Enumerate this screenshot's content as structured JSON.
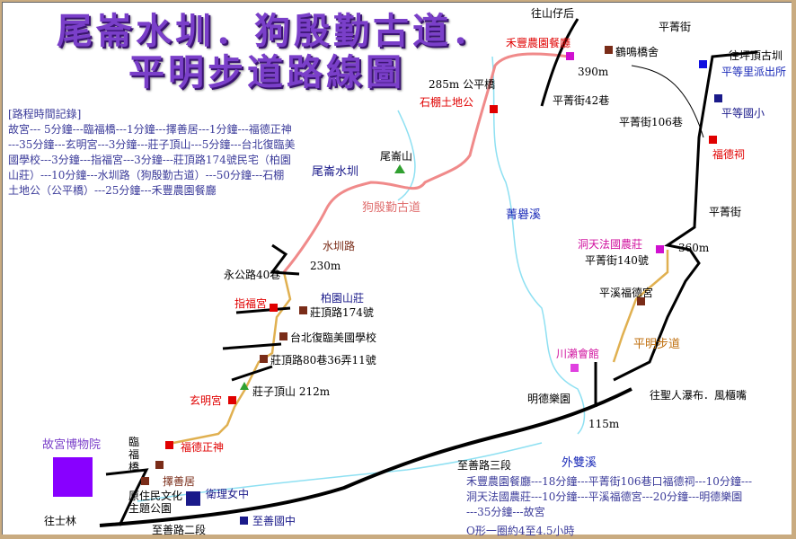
{
  "title": {
    "line1": "尾崙水圳．狗殷勤古道．",
    "line2": "平明步道路線圖"
  },
  "log_left": {
    "heading": "[路程時間記錄]",
    "lines": [
      "故宮--- 5分鐘---臨福橋---1分鐘---擇善居---1分鐘---福德正神",
      "---35分鐘---玄明宮---3分鐘---莊子頂山---5分鐘---台北復臨美",
      "國學校---3分鐘---指福宮---3分鐘---莊頂路174號民宅（柏園",
      "山莊）---10分鐘---水圳路（狗殷勤古道）---50分鐘---石棚",
      "土地公（公平橋）---25分鐘---禾豐農園餐廳"
    ]
  },
  "log_right": {
    "lines": [
      "禾豐農園餐廳---18分鐘---平菁街106巷口福德祠---10分鐘---",
      "洞天法國農莊---10分鐘---平溪福德宮---20分鐘---明德樂園",
      "---35分鐘---故宮"
    ],
    "total": "O形一圈約4至4.5小時"
  },
  "labels": {
    "wangshanzihou": "往山仔后",
    "pingjingjie1": "平菁街",
    "hefeng": "禾豐農園餐廳",
    "heming": "鶴鳴橋舍",
    "h390": "390m",
    "wangpingding": "往坪頂古圳",
    "pingdeng_police": "平等里派出所",
    "gongping": "285m 公平橋",
    "shipeng": "石棚土地公",
    "pj42": "平菁街42巷",
    "pingdeng_school": "平等國小",
    "pj106": "平菁街106巷",
    "fudeci": "福德祠",
    "weilunshan": "尾崙山",
    "weilun_canal": "尾崙水圳",
    "goyin": "狗殷勤古道",
    "jingbi": "菁礜溪",
    "pingjingjie2": "平菁街",
    "shuizhen": "水圳路",
    "dongtian": "洞天法國農莊",
    "h360": "360m",
    "pj140": "平菁街140號",
    "h230": "230m",
    "yonggong": "永公路40巷",
    "baiyuan": "柏園山莊",
    "zhifu": "指福宮",
    "zd174": "莊頂路174號",
    "pingxi_fude": "平溪福德宮",
    "fuling": "台北復臨美國學校",
    "pingming": "平明步道",
    "chuanlai": "川瀨會館",
    "zd80": "莊頂路80巷36弄11號",
    "zhuangzi": "莊子頂山 212m",
    "xuanming": "玄明宮",
    "mingde": "明德樂園",
    "wangsheng": "往聖人瀑布．風櫃嘴",
    "h115": "115m",
    "gugong": "故宮博物院",
    "linfu": "臨福橋",
    "fude_zs": "福德正神",
    "zeshan": "擇善居",
    "yuanzhu": "原住民文化",
    "zhuti": "主題公園",
    "weili": "衛理女中",
    "zhishan3": "至善路三段",
    "waishuang": "外雙溪",
    "wangshilin": "往士林",
    "zhishan_school": "至善國中",
    "zhishan2": "至善路二段"
  },
  "colors": {
    "road": "#000000",
    "trail": "#f08a8a",
    "step": "#e0b050",
    "stream": "#7fd8ee",
    "frame": "#c9ab80"
  }
}
